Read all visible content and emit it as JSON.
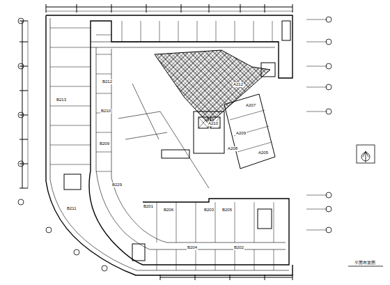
{
  "diagram": {
    "labels": [
      "B213",
      "B212",
      "B211",
      "B210",
      "B209",
      "B229",
      "B201",
      "B206",
      "B205",
      "B204",
      "B203",
      "B202",
      "A212",
      "A210",
      "A209",
      "A208",
      "A207",
      "A205",
      "平面布置图"
    ]
  }
}
